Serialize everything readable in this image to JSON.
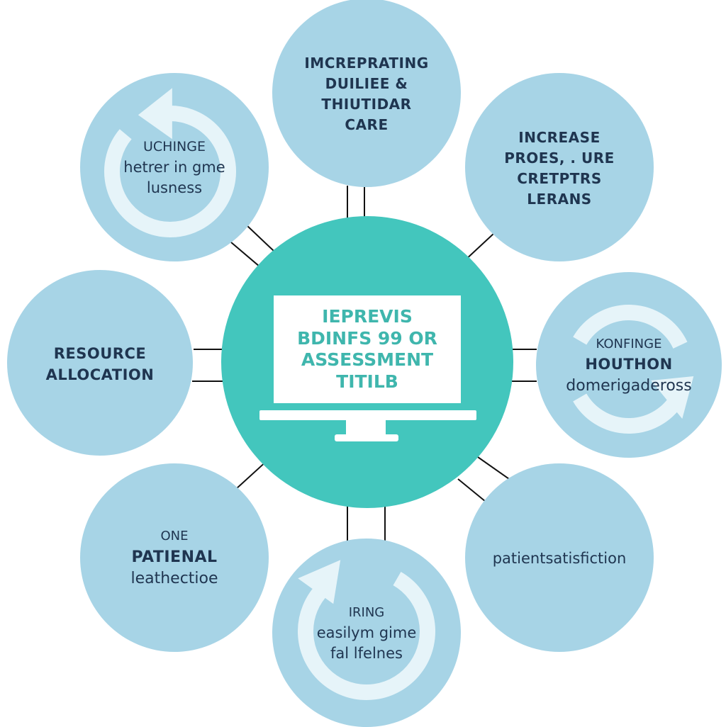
{
  "center": {
    "lines": [
      "IEPREVIS",
      "BDINFS 99 OR",
      "ASSESSMENT",
      "TITILB"
    ]
  },
  "nodes": [
    {
      "id": "top",
      "lines": [
        "IMCREPRATING",
        "DUILIEE &",
        "THIUTIDAR",
        "CARE"
      ],
      "style": "bold",
      "arrow": "none"
    },
    {
      "id": "top-right",
      "lines": [
        "INCREASE",
        "PROES, . URE",
        "CRETPTRS",
        "LERANS"
      ],
      "style": "bold",
      "arrow": "none"
    },
    {
      "id": "right",
      "lines": [
        "KONFINGE",
        "HOUTHON",
        "domerigadeross"
      ],
      "style": "mixed-right",
      "arrow": "cycle-right"
    },
    {
      "id": "bottom-right",
      "lines": [
        "patientsatisfiction"
      ],
      "style": "regular",
      "arrow": "none"
    },
    {
      "id": "bottom",
      "lines": [
        "IRING",
        "easilym gime",
        "fal lfelnes"
      ],
      "style": "regular",
      "arrow": "cycle-bottom"
    },
    {
      "id": "bottom-left",
      "lines": [
        "ONE",
        "PATIENAL",
        "leathectioe"
      ],
      "style": "mixed-bl",
      "arrow": "none"
    },
    {
      "id": "left",
      "lines": [
        "RESOURCE",
        "ALLOCATION"
      ],
      "style": "bold",
      "arrow": "none"
    },
    {
      "id": "top-left",
      "lines": [
        "UCHINGE",
        "hetrer in gme",
        "lusness"
      ],
      "style": "regular",
      "arrow": "cycle-topleft"
    }
  ],
  "colors": {
    "node_fill": "#a7d4e6",
    "center_fill": "#43c6bd",
    "text_dark": "#1f3550",
    "center_text": "#3fb6ad",
    "connector": "#111111",
    "arrow": "#e6f4f9"
  }
}
